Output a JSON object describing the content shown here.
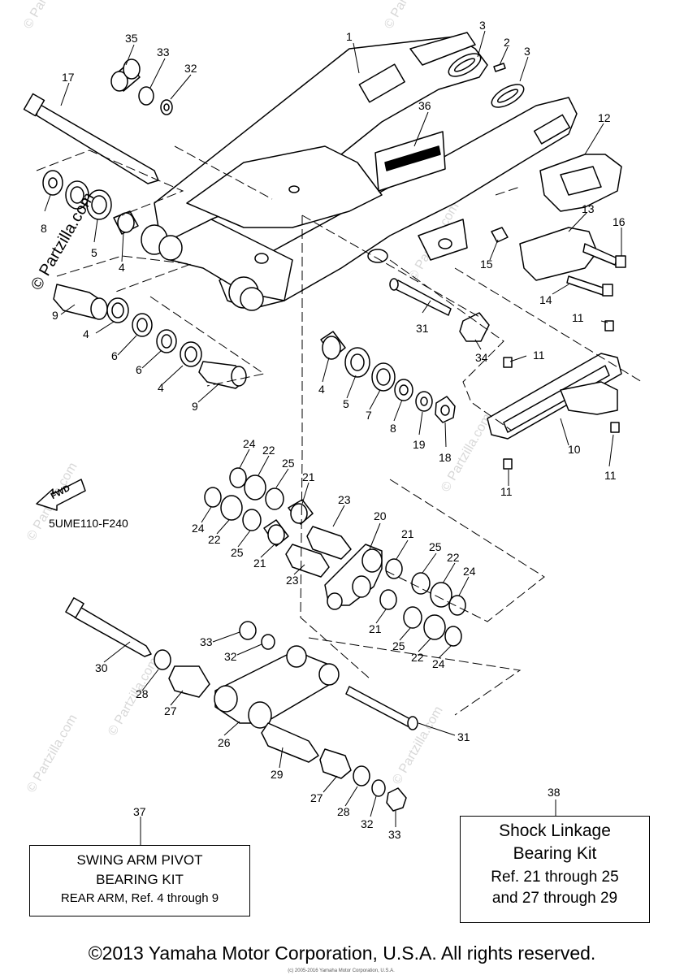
{
  "diagram": {
    "callouts": [
      {
        "id": "c1",
        "label": "1"
      },
      {
        "id": "c2",
        "label": "2"
      },
      {
        "id": "c3a",
        "label": "3"
      },
      {
        "id": "c3b",
        "label": "3"
      },
      {
        "id": "c4a",
        "label": "4"
      },
      {
        "id": "c4b",
        "label": "4"
      },
      {
        "id": "c4c",
        "label": "4"
      },
      {
        "id": "c4d",
        "label": "4"
      },
      {
        "id": "c5a",
        "label": "5"
      },
      {
        "id": "c5b",
        "label": "5"
      },
      {
        "id": "c6a",
        "label": "6"
      },
      {
        "id": "c6b",
        "label": "6"
      },
      {
        "id": "c7",
        "label": "7"
      },
      {
        "id": "c8a",
        "label": "8"
      },
      {
        "id": "c8b",
        "label": "8"
      },
      {
        "id": "c9a",
        "label": "9"
      },
      {
        "id": "c9b",
        "label": "9"
      },
      {
        "id": "c10",
        "label": "10"
      },
      {
        "id": "c11a",
        "label": "11"
      },
      {
        "id": "c11b",
        "label": "11"
      },
      {
        "id": "c11c",
        "label": "11"
      },
      {
        "id": "c11d",
        "label": "11"
      },
      {
        "id": "c12",
        "label": "12"
      },
      {
        "id": "c13",
        "label": "13"
      },
      {
        "id": "c14",
        "label": "14"
      },
      {
        "id": "c15",
        "label": "15"
      },
      {
        "id": "c16",
        "label": "16"
      },
      {
        "id": "c17",
        "label": "17"
      },
      {
        "id": "c18",
        "label": "18"
      },
      {
        "id": "c19",
        "label": "19"
      },
      {
        "id": "c20",
        "label": "20"
      },
      {
        "id": "c21a",
        "label": "21"
      },
      {
        "id": "c21b",
        "label": "21"
      },
      {
        "id": "c21c",
        "label": "21"
      },
      {
        "id": "c21d",
        "label": "21"
      },
      {
        "id": "c22a",
        "label": "22"
      },
      {
        "id": "c22b",
        "label": "22"
      },
      {
        "id": "c22c",
        "label": "22"
      },
      {
        "id": "c22d",
        "label": "22"
      },
      {
        "id": "c23a",
        "label": "23"
      },
      {
        "id": "c23b",
        "label": "23"
      },
      {
        "id": "c24a",
        "label": "24"
      },
      {
        "id": "c24b",
        "label": "24"
      },
      {
        "id": "c24c",
        "label": "24"
      },
      {
        "id": "c24d",
        "label": "24"
      },
      {
        "id": "c25a",
        "label": "25"
      },
      {
        "id": "c25b",
        "label": "25"
      },
      {
        "id": "c25c",
        "label": "25"
      },
      {
        "id": "c25d",
        "label": "25"
      },
      {
        "id": "c26",
        "label": "26"
      },
      {
        "id": "c27a",
        "label": "27"
      },
      {
        "id": "c27b",
        "label": "27"
      },
      {
        "id": "c28a",
        "label": "28"
      },
      {
        "id": "c28b",
        "label": "28"
      },
      {
        "id": "c29",
        "label": "29"
      },
      {
        "id": "c30",
        "label": "30"
      },
      {
        "id": "c31a",
        "label": "31"
      },
      {
        "id": "c31b",
        "label": "31"
      },
      {
        "id": "c32a",
        "label": "32"
      },
      {
        "id": "c32b",
        "label": "32"
      },
      {
        "id": "c32c",
        "label": "32"
      },
      {
        "id": "c33a",
        "label": "33"
      },
      {
        "id": "c33b",
        "label": "33"
      },
      {
        "id": "c33c",
        "label": "33"
      },
      {
        "id": "c34",
        "label": "34"
      },
      {
        "id": "c35",
        "label": "35"
      },
      {
        "id": "c36",
        "label": "36"
      },
      {
        "id": "c37",
        "label": "37"
      },
      {
        "id": "c38",
        "label": "38"
      }
    ],
    "fwd_label": "FWD",
    "part_code": "5UME110-F240"
  },
  "kit37": {
    "line1": "SWING ARM PIVOT",
    "line2": "BEARING KIT",
    "line3": "REAR ARM, Ref. 4 through 9"
  },
  "kit38": {
    "line1": "Shock Linkage",
    "line2": "Bearing Kit",
    "line3": "Ref. 21 through 25",
    "line4": "and 27 through 29"
  },
  "watermark": {
    "text": "© Partzilla.com",
    "faint": "© Partzilla.com"
  },
  "footer": {
    "copyright": "©2013 Yamaha Motor Corporation, U.S.A. All rights reserved.",
    "fine_print": "(c) 2005-2016 Yamaha Motor Corporation, U.S.A."
  }
}
